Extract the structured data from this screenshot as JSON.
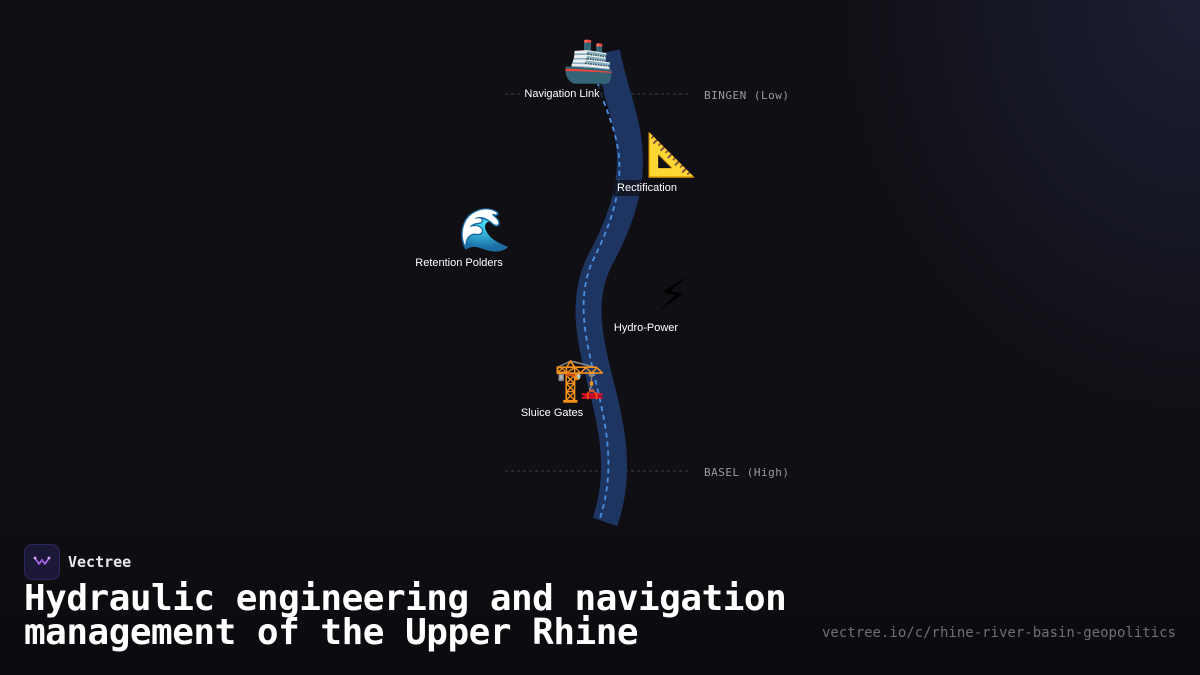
{
  "diagram": {
    "markers": {
      "top": "BINGEN (Low)",
      "bottom": "BASEL (High)"
    },
    "nodes": [
      {
        "icon": "🚢",
        "icon_name": "ship-icon",
        "label": "Navigation Link"
      },
      {
        "icon": "📐",
        "icon_name": "triangular-ruler-icon",
        "label": "Rectification"
      },
      {
        "icon": "🌊",
        "icon_name": "water-wave-icon",
        "label": "Retention Polders"
      },
      {
        "icon": "⚡",
        "icon_name": "lightning-icon",
        "label": "Hydro-Power"
      },
      {
        "icon": "🏗️",
        "icon_name": "construction-crane-icon",
        "label": "Sluice Gates"
      }
    ],
    "colors": {
      "river": "#1e3461",
      "river_center": "#4a8fe0",
      "guide_line": "#3c3c48"
    }
  },
  "brand": {
    "name": "Vectree"
  },
  "title": "Hydraulic engineering and navigation management of the Upper Rhine",
  "url": "vectree.io/c/rhine-river-basin-geopolitics"
}
